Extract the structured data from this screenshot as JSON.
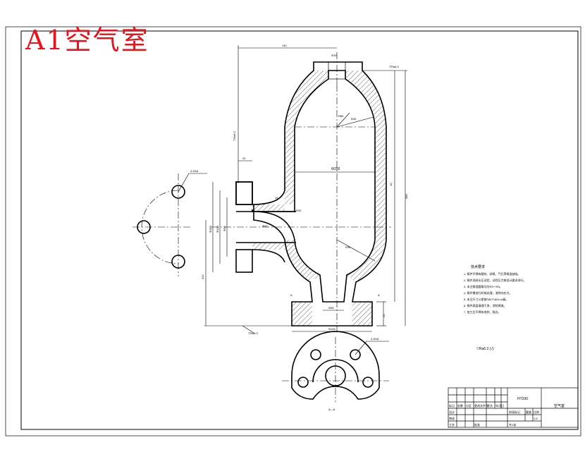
{
  "stamp": {
    "title": "A1空气室"
  },
  "drawing": {
    "dims": {
      "top_width": "140",
      "top_bore": "Φ20",
      "inner_width": "Φ200",
      "radius_big": "R80",
      "radius_top": "R40",
      "height_main": "380",
      "wall": "10",
      "flange_od": "Φ180",
      "flange_bc": "Φ140",
      "flange_id": "Φ90",
      "pipe_id": "Φ60",
      "base_width": "Φ220",
      "base_inner": "Φ80",
      "base_height": "20",
      "left_height": "312",
      "radius_bottom": "R20",
      "radius_mid": "R30",
      "holes_left": "4-Φ18",
      "holes_bottom": "4-Φ18",
      "section_label": "A—A",
      "roughness_note": "▽Ra6.3 (√)",
      "angle": "15"
    },
    "tech_req": {
      "title": "技术要求",
      "items": [
        "1. 铸件不得有裂纹、砂眼、气孔等铸造缺陷。",
        "2. 铸件须经水压试验，试验压力按设计要求进行。",
        "3. 未注铸造圆角均为R3～R5。",
        "4. 铸件需进行时效处理，消除内应力。",
        "5. 未注尺寸公差按GB/T1804-m级。",
        "6. 铸件表面清理干净，涂防锈漆。",
        "7. 加工后不得有毛刺、锐边。"
      ]
    },
    "title_block": {
      "name": "空气室",
      "material": "HT200",
      "scale": "1:5",
      "sheet": "共1张",
      "headers": [
        "标记",
        "处数",
        "分区",
        "更改文件号",
        "签名",
        "年月日"
      ],
      "roles": [
        "设计",
        "审核",
        "工艺",
        "批准"
      ],
      "stage_labels": [
        "阶段标记",
        "重量",
        "比例"
      ]
    }
  }
}
